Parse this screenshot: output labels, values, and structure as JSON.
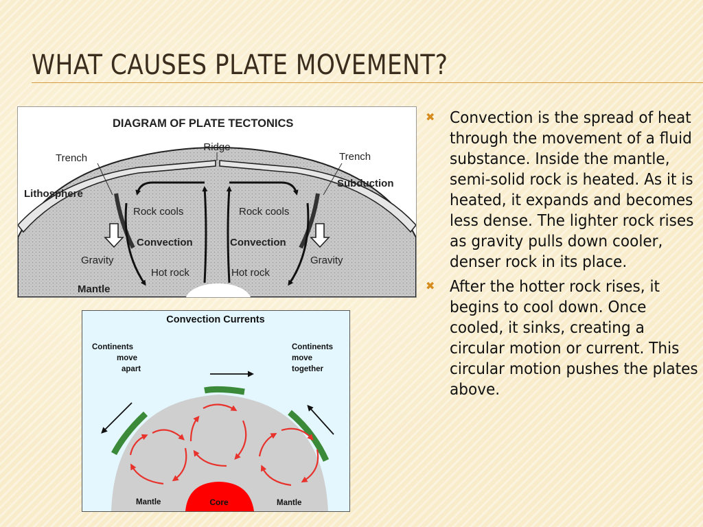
{
  "slide": {
    "title": "WHAT CAUSES PLATE MOVEMENT?",
    "accent_color": "#d58b1e",
    "bullet_icon": "x-mark-icon"
  },
  "diagram_top": {
    "title": "DIAGRAM OF PLATE TECTONICS",
    "labels": {
      "ridge": "Ridge",
      "trench_left": "Trench",
      "trench_right": "Trench",
      "lithosphere": "Lithosphere",
      "subduction": "Subduction",
      "rock_cools_left": "Rock cools",
      "rock_cools_right": "Rock cools",
      "convection_left": "Convection",
      "convection_right": "Convection",
      "gravity_left": "Gravity",
      "gravity_right": "Gravity",
      "hot_rock_left": "Hot rock",
      "hot_rock_right": "Hot rock",
      "mantle": "Mantle"
    }
  },
  "diagram_bottom": {
    "title": "Convection Currents",
    "apart": [
      "Continents",
      "move",
      "apart"
    ],
    "together": [
      "Continents",
      "move",
      "together"
    ],
    "mantle_left": "Mantle",
    "core": "Core",
    "mantle_right": "Mantle",
    "colors": {
      "plate": "#3a8a3a",
      "arrows": "#e8322c",
      "core": "#ff0000",
      "mantle": "#cfcfcf"
    }
  },
  "bullets": [
    {
      "term": "Convection",
      "text": " is the spread of heat through the movement of a fluid substance.  Inside the mantle, semi-solid rock is heated.  As it is heated, it expands and becomes less dense.  The lighter rock rises as gravity pulls down cooler, denser rock in its place."
    },
    {
      "term": "",
      "text": "After the hotter rock rises, it begins to cool down.  Once cooled, it sinks, creating a circular motion or current.  This circular motion pushes the plates above."
    }
  ]
}
